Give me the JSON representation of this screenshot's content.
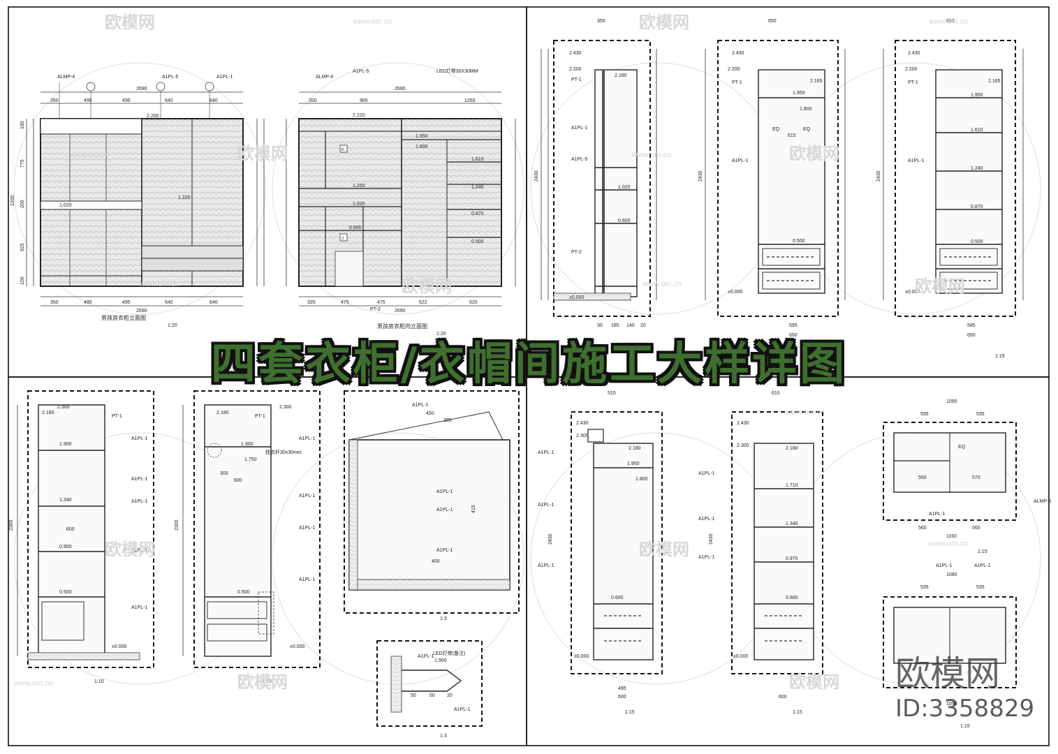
{
  "title": "四套衣柜/衣帽间施工大样详图",
  "watermark": {
    "brand": "欧模网",
    "id_text": "ID:3358829",
    "url": "www.om.cn"
  },
  "drawings": {
    "elevation_1": {
      "caption": "男孩房衣柜立面图",
      "scale": "1:20",
      "width_total": "2690",
      "bottom_dims": [
        "350",
        "495",
        "495",
        "640",
        "640"
      ],
      "top_dims": [
        "350",
        "495",
        "495",
        "640",
        "640"
      ],
      "height_total": "2200",
      "side_dims": [
        "180",
        "775",
        "200",
        "925",
        "100"
      ],
      "level_labels": [
        "2.200",
        "1.220",
        "1.020"
      ],
      "tags": [
        "ALMP-4",
        "A1PL-5",
        "A1PL-1"
      ]
    },
    "elevation_2": {
      "caption": "男孩房衣柜内立面图",
      "scale": "1:20",
      "width_total": "2690",
      "bottom_dims": [
        "335",
        "475",
        "475",
        "622",
        "620"
      ],
      "top_dims": [
        "350",
        "965",
        "1260"
      ],
      "level_labels": [
        "2.220",
        "1.950",
        "1.800",
        "1.610",
        "1.250",
        "1.240",
        "1.020",
        "0.870",
        "0.690",
        "0.500"
      ],
      "tags": [
        "ALMP-4",
        "A1PL-5",
        "PT-2",
        "K",
        "J"
      ],
      "led_note": "LED灯带30X30MM"
    },
    "section_1": {
      "width_total": "350",
      "height_total": "2430",
      "levels": [
        "2.430",
        "2.200",
        "2.180",
        "1.020",
        "0.600",
        "±0.000"
      ],
      "bottom_dims": [
        "30",
        "185",
        "140",
        "20"
      ],
      "tags": [
        "PT-1",
        "A1PL-1",
        "A1PL-5",
        "PT-2"
      ]
    },
    "section_2": {
      "width_total": "650",
      "height_total": "2430",
      "inner_width": "615",
      "levels": [
        "2.430",
        "2.200",
        "2.165",
        "1.950",
        "1.800",
        "0.500",
        "±0.000"
      ],
      "bottom_dims": [
        "595",
        "650"
      ],
      "tags": [
        "PT-1",
        "A1PL-1"
      ],
      "eq": "EQ"
    },
    "section_3": {
      "width_total": "650",
      "height_total": "2430",
      "levels": [
        "2.430",
        "2.200",
        "2.165",
        "1.950",
        "1.610",
        "1.240",
        "0.870",
        "0.500",
        "±0.000"
      ],
      "bottom_dims": [
        "585",
        "650"
      ],
      "scale": "1:15",
      "tags": [
        "PT-1",
        "A1PL-1"
      ]
    },
    "section_4": {
      "height_total": "2300",
      "levels": [
        "2.300",
        "2.180",
        "1.900",
        "1.340",
        "0.900",
        "0.500",
        "±0.000"
      ],
      "inner_width": "600",
      "scale": "1:10",
      "tags": [
        "PT-1",
        "A1PL-1"
      ]
    },
    "section_5": {
      "height_total": "2300",
      "levels": [
        "2.300",
        "2.180",
        "1.900",
        "1.750",
        "0.500",
        "±0.000"
      ],
      "dims": [
        "300",
        "600"
      ],
      "note": "挂衣杆30x30mm",
      "scale": "1:10",
      "tags": [
        "PT-1",
        "A1PL-1"
      ]
    },
    "detail_1": {
      "dims": [
        "450",
        "385",
        "415",
        "400"
      ],
      "scale": "1:3",
      "tags": [
        "A1PL-1"
      ]
    },
    "detail_2": {
      "note": "LED灯带(备注)",
      "level": "1.900",
      "dims": [
        "50",
        "50",
        "20"
      ],
      "scale": "1:3",
      "tags": [
        "A1PL-1"
      ]
    },
    "section_6": {
      "width_total": "515",
      "height_total": "2430",
      "levels": [
        "2.430",
        "2.300",
        "2.180",
        "1.950",
        "1.800",
        "0.600",
        "±0.000"
      ],
      "bottom_dims": [
        "495",
        "600"
      ],
      "scale": "1:15",
      "tags": [
        "A1PL-1"
      ]
    },
    "section_7": {
      "width_total": "610",
      "height_total": "2430",
      "levels": [
        "2.430",
        "2.300",
        "2.180",
        "1.710",
        "1.340",
        "0.970",
        "0.600",
        "±0.000"
      ],
      "bottom_dims": [
        "600"
      ],
      "scale": "1:15",
      "tags": [
        "A1PL-1"
      ]
    },
    "plan_1": {
      "width_total": "1090",
      "inner_dims": [
        "535",
        "535"
      ],
      "row_dims": [
        "550",
        "570"
      ],
      "bottom_dims": [
        "560",
        "560",
        "1160"
      ],
      "scale": "1:15",
      "tags": [
        "A1PL-1",
        "ALMP-5"
      ],
      "eq": "EQ"
    },
    "plan_2": {
      "width_total": "1090",
      "inner_dims": [
        "535",
        "535"
      ],
      "bottom_dims": [
        "1090"
      ],
      "scale": "1:15",
      "tags": [
        "A1PL-1"
      ]
    }
  }
}
